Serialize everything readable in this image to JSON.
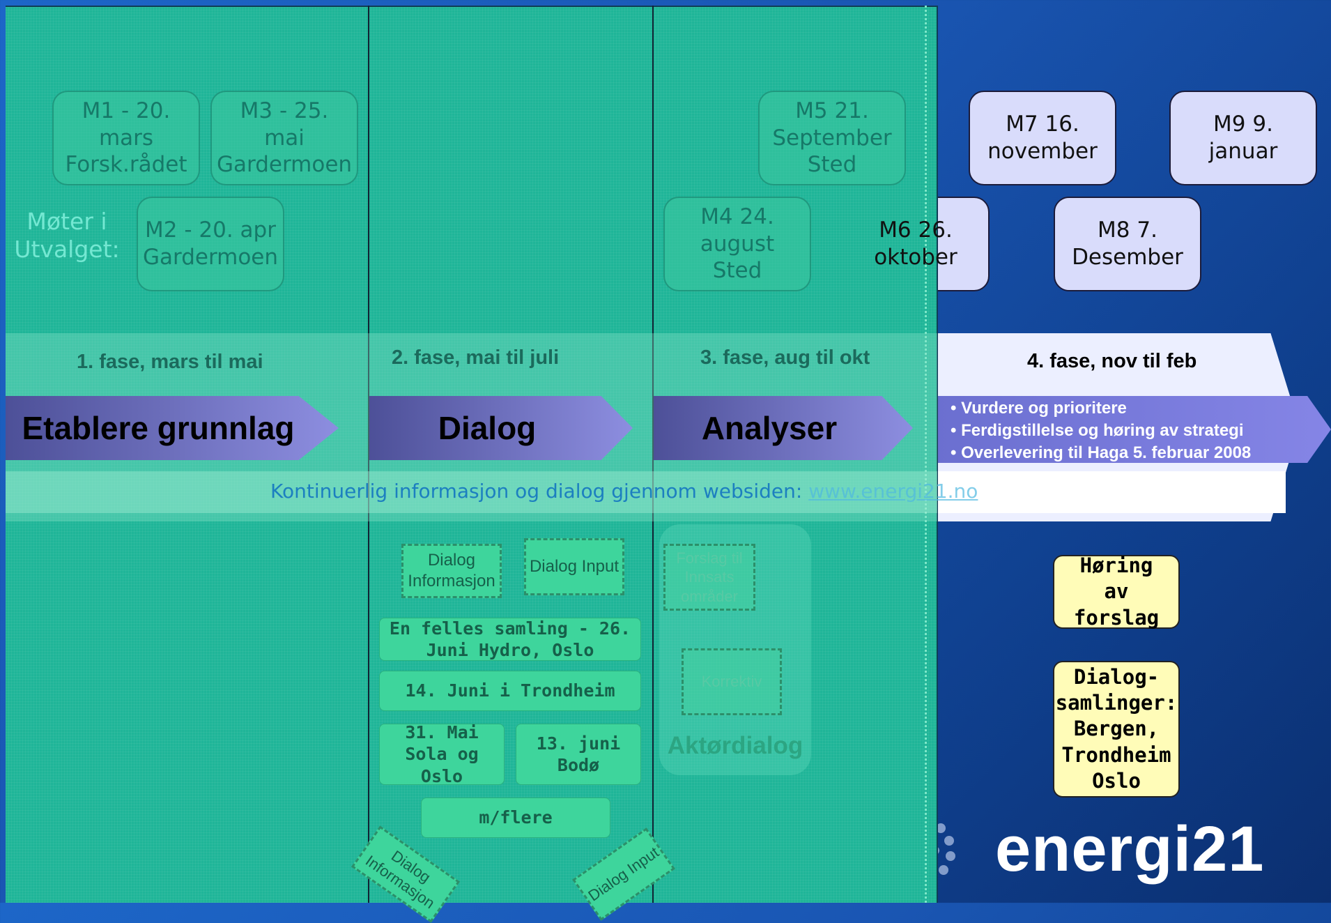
{
  "meetings": {
    "label": "Møter i Utvalget:",
    "m1": "M1 - 20. mars Forsk.rådet",
    "m3": "M3 - 25. mai Gardermoen",
    "m2": "M2 - 20. apr Gardermoen",
    "m5": "M5 21. September Sted",
    "m4": "M4 24. august Sted",
    "m6": "M6 26. oktober",
    "m7": "M7 16. november",
    "m9": "M9 9. januar",
    "m8": "M8 7. Desember"
  },
  "phases": {
    "p1": "1. fase, mars til mai",
    "p2": "2. fase, mai til juli",
    "p3": "3. fase, aug til okt",
    "p4": "4. fase, nov til feb"
  },
  "arrows": {
    "a1": "Etablere grunnlag",
    "a2": "Dialog",
    "a3": "Analyser"
  },
  "phase4_bullets": [
    "• Vurdere og prioritere",
    "• Ferdigstillelse og høring av strategi",
    "• Overlevering til Haga 5. februar 2008"
  ],
  "info_bar": {
    "text": "Kontinuerlig informasjon og dialog gjennom websiden:",
    "link": "www.energi21.no"
  },
  "dialog_items": {
    "info": "Dialog Informasjon",
    "input": "Dialog Input",
    "felles": "En felles samling - 26. Juni Hydro, Oslo",
    "trondheim": "14. Juni i Trondheim",
    "sola": "31. Mai Sola og Oslo",
    "bodo": "13. juni Bodø",
    "flere": "m/flere",
    "info2": "Dialog Informasjon",
    "input2": "Dialog Input"
  },
  "analyse_items": {
    "forslag": "Forslag til Innsats områder",
    "korrektiv": "Korrektiv",
    "aktor": "Aktørdialog"
  },
  "right_notes": {
    "horing": "Høring av forslag",
    "samlinger": "Dialog-samlinger: Bergen, Trondheim Oslo"
  },
  "logo": "energi21",
  "colors": {
    "pale_box": "#d9dcfb",
    "overlay": "#1fb598",
    "yellow_note": "#fffcb8"
  }
}
